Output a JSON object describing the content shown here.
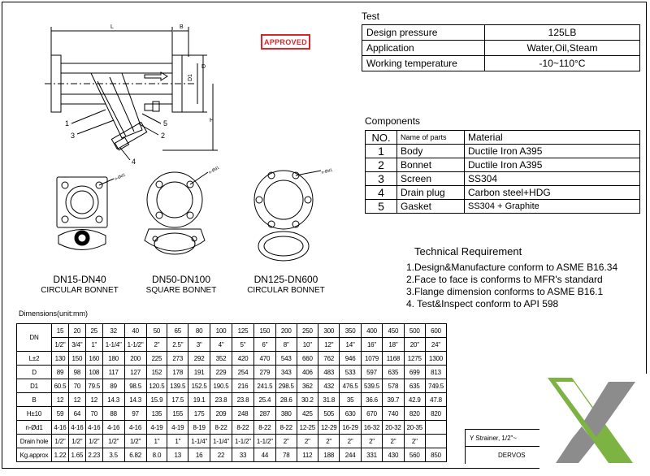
{
  "stamp": "APPROVED",
  "test": {
    "title": "Test",
    "rows": [
      {
        "label": "Design pressure",
        "value": "125LB"
      },
      {
        "label": "Application",
        "value": "Water,Oil,Steam"
      },
      {
        "label": "Working temperature",
        "value": "-10~110°C"
      }
    ]
  },
  "components": {
    "title": "Components",
    "header": {
      "no": "NO.",
      "part": "Name of parts",
      "material": "Material"
    },
    "rows": [
      {
        "no": "1",
        "part": "Body",
        "material": "Ductile Iron  A395"
      },
      {
        "no": "2",
        "part": "Bonnet",
        "material": "Ductile Iron  A395"
      },
      {
        "no": "3",
        "part": "Screen",
        "material": "SS304"
      },
      {
        "no": "4",
        "part": "Drain plug",
        "material": "Carbon steel+HDG"
      },
      {
        "no": "5",
        "part": "Gasket",
        "material": "SS304 + Graphite"
      }
    ]
  },
  "technical": {
    "title": "Technical Requirement",
    "items": [
      "1.Design&Manufacture conform to ASME B16.34",
      "2.Face to face is conforms to MFR's standard",
      "3.Flange dimension conforms to ASME B16.1",
      "4. Test&Inspect conform to API 598"
    ]
  },
  "drawing_labels": {
    "L": "L",
    "B": "B",
    "D1": "D1",
    "D": "D",
    "H": "H",
    "n1": "1",
    "n2": "2",
    "n3": "3",
    "n4": "4",
    "n5": "5",
    "hole": "n-Ød1"
  },
  "views": [
    {
      "range": "DN15-DN40",
      "type": "CIRCULAR BONNET"
    },
    {
      "range": "DN50-DN100",
      "type": "SQUARE BONNET"
    },
    {
      "range": "DN125-DN600",
      "type": "CIRCULAR BONNET"
    }
  ],
  "dimensions": {
    "title": "Dimensions(unit:mm)",
    "dn_label": "DN",
    "dn": [
      "15",
      "20",
      "25",
      "32",
      "40",
      "50",
      "65",
      "80",
      "100",
      "125",
      "150",
      "200",
      "250",
      "300",
      "350",
      "400",
      "450",
      "500",
      "600"
    ],
    "inch": [
      "1/2\"",
      "3/4\"",
      "1\"",
      "1-1/4\"",
      "1-1/2\"",
      "2\"",
      "2.5\"",
      "3\"",
      "4\"",
      "5\"",
      "6\"",
      "8\"",
      "10\"",
      "12\"",
      "14\"",
      "16\"",
      "18\"",
      "20\"",
      "24\""
    ],
    "rows": [
      {
        "label": "L±2",
        "values": [
          "130",
          "150",
          "160",
          "180",
          "200",
          "225",
          "273",
          "292",
          "352",
          "420",
          "470",
          "543",
          "660",
          "762",
          "946",
          "1079",
          "1168",
          "1275",
          "1300"
        ]
      },
      {
        "label": "D",
        "values": [
          "89",
          "98",
          "108",
          "117",
          "127",
          "152",
          "178",
          "191",
          "229",
          "254",
          "279",
          "343",
          "406",
          "483",
          "533",
          "597",
          "635",
          "699",
          "813"
        ]
      },
      {
        "label": "D1",
        "values": [
          "60.5",
          "70",
          "79.5",
          "89",
          "98.5",
          "120.5",
          "139.5",
          "152.5",
          "190.5",
          "216",
          "241.5",
          "298.5",
          "362",
          "432",
          "476.5",
          "539.5",
          "578",
          "635",
          "749.5"
        ]
      },
      {
        "label": "B",
        "values": [
          "12",
          "12",
          "12",
          "14.3",
          "14.3",
          "15.9",
          "17.5",
          "19.1",
          "23.8",
          "23.8",
          "25.4",
          "28.6",
          "30.2",
          "31.8",
          "35",
          "36.6",
          "39.7",
          "42.9",
          "47.8"
        ]
      },
      {
        "label": "H±10",
        "values": [
          "59",
          "64",
          "70",
          "88",
          "97",
          "135",
          "155",
          "175",
          "209",
          "248",
          "287",
          "380",
          "425",
          "505",
          "630",
          "670",
          "740",
          "820",
          "820"
        ]
      },
      {
        "label": "n-Ød1",
        "values": [
          "4-16",
          "4-16",
          "4-16",
          "4-16",
          "4-16",
          "4-19",
          "4-19",
          "8-19",
          "8-22",
          "8-22",
          "8-22",
          "8-22",
          "12-25",
          "12-29",
          "16-29",
          "16-32",
          "20-32",
          "20-35",
          ""
        ]
      },
      {
        "label": "Drain hole",
        "values": [
          "1/2\"",
          "1/2\"",
          "1/2\"",
          "1/2\"",
          "1/2\"",
          "1\"",
          "1\"",
          "1-1/4\"",
          "1-1/4\"",
          "1-1/2\"",
          "1-1/2\"",
          "2\"",
          "2\"",
          "2\"",
          "2\"",
          "2\"",
          "2\"",
          "2\"",
          ""
        ]
      },
      {
        "label": "Kg.approx",
        "values": [
          "1.22",
          "1.65",
          "2.23",
          "3.5",
          "6.82",
          "8.0",
          "13",
          "16",
          "22",
          "33",
          "44",
          "78",
          "112",
          "188",
          "244",
          "331",
          "430",
          "560",
          "850"
        ]
      }
    ]
  },
  "title_block": {
    "line1": "Y Strainer, 1/2\"~",
    "line2": "DERVOS"
  },
  "logo": {
    "green": "#7cb342",
    "grey": "#8c8c8c"
  }
}
